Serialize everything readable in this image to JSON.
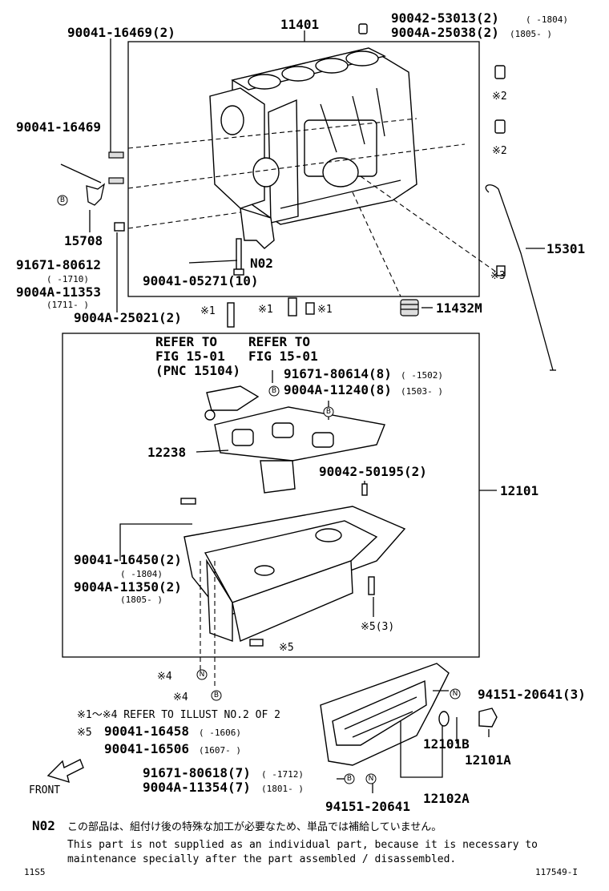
{
  "labels": {
    "engine_block": "11401",
    "bolt_top_left": "90041-16469(2)",
    "stud_a": "90042-53013(2)",
    "stud_a_range": "(   -1804)",
    "stud_b": "9004A-25038(2)",
    "stud_b_range": "(1805-    )",
    "bolt_left": "90041-16469",
    "sensor": "15708",
    "bolt_c": "91671-80612",
    "bolt_c_range": "(    -1710)",
    "bolt_d": "9004A-11353",
    "bolt_d_range": "(1711-    )",
    "bolt_e": "9004A-25021(2)",
    "n02": "N02",
    "bolt_f": "90041-05271(10)",
    "dipstick": "15301",
    "mark2a": "※2",
    "mark2b": "※2",
    "mark3": "※3",
    "mark1a": "※1",
    "mark1b": "※1",
    "mark1c": "※1",
    "plug": "11432M",
    "refer1_l1": "REFER TO",
    "refer1_l2": "FIG 15-01",
    "refer1_l3": "(PNC 15104)",
    "refer2_l1": "REFER TO",
    "refer2_l2": "FIG 15-01",
    "bolt_g": "91671-80614(8)",
    "bolt_g_range": "(    -1502)",
    "bolt_h": "9004A-11240(8)",
    "bolt_h_range": "(1503-    )",
    "baffle": "12238",
    "stud_i": "90042-50195(2)",
    "oil_pan_assy": "12101",
    "bolt_j": "90041-16450(2)",
    "bolt_j_range": "(    -1804)",
    "bolt_k": "9004A-11350(2)",
    "bolt_k_range": "(1805-    )",
    "mark5a": "※5(3)",
    "mark5b": "※5",
    "mark4a": "※4",
    "mark4b": "※4",
    "nut_l": "94151-20641(3)",
    "note1": "※1～※4 REFER TO ILLUST NO.2 OF 2",
    "note5_mark": "※5",
    "bolt_m": "90041-16458",
    "bolt_m_range": "(    -1606)",
    "bolt_n": "90041-16506",
    "bolt_n_range": "(1607-    )",
    "gasket": "12101B",
    "drain_plug": "12101A",
    "bolt_o": "91671-80618(7)",
    "bolt_o_range": "(    -1712)",
    "bolt_p": "9004A-11354(7)",
    "bolt_p_range": "(1801-    )",
    "nut_q": "94151-20641",
    "lower_pan": "12102A",
    "front": "FRONT",
    "circle_b": "B",
    "circle_n": "N"
  },
  "footnote": {
    "code": "N02",
    "jp": "この部品は、組付け後の特殊な加工が必要なため、単品では補給していません。",
    "en1": "This part is not supplied as an individual part, because it is necessary to",
    "en2": "maintenance specially after the part assembled / disassembled."
  },
  "footer": {
    "left": "11S5",
    "right": "117549-I"
  }
}
